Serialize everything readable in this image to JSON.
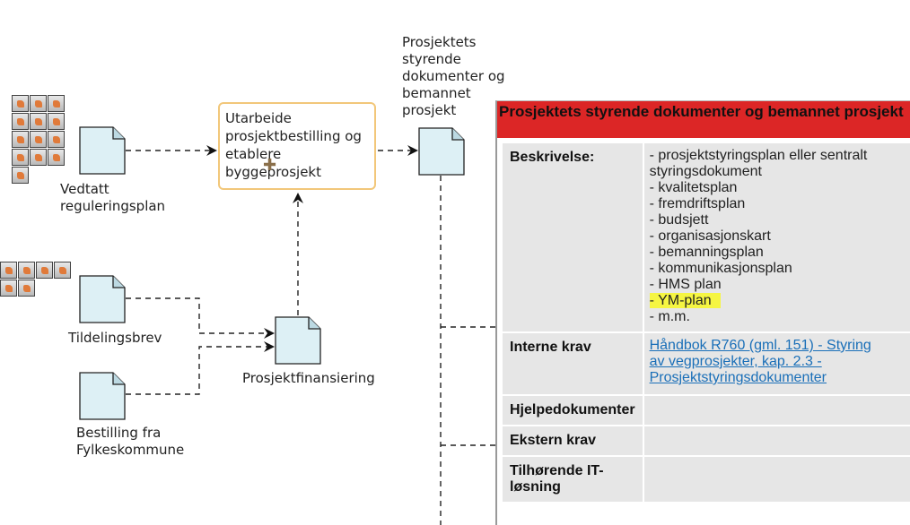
{
  "diagram": {
    "nodes": {
      "vedtatt": "Vedtatt\nreguleringsplan",
      "tildeling": "Tildelingsbrev",
      "bestilling": "Bestilling fra\nFylkeskommune",
      "finansiering": "Prosjektfinansiering",
      "process": "Utarbeide\nprosjektbestilling og\netablere\nbyggeprosjekt",
      "styrende": "Prosjektets\nstyrende\ndokumenter og\nbemannet\nprosjekt"
    }
  },
  "popup": {
    "title": "Prosjektets styrende dokumenter og bemannet prosjekt",
    "rows": {
      "beskrivelse": {
        "label": "Beskrivelse:",
        "items": [
          "- prosjektstyringsplan eller sentralt",
          "styringsdokument",
          "- kvalitetsplan",
          "- fremdriftsplan",
          "- budsjett",
          "- organisasjonskart",
          "- bemanningsplan",
          "- kommunikasjonsplan",
          "- HMS plan",
          "- YM-plan",
          "- m.m."
        ]
      },
      "interne": {
        "label": "Interne krav",
        "link_lines": [
          "Håndbok R760 (gml. 151) - Styring",
          "av vegprosjekter, kap. 2.3 -",
          "Prosjektstyringsdokumenter"
        ]
      },
      "hjelpe": {
        "label": "Hjelpedokumenter",
        "value": ""
      },
      "ekstern": {
        "label": "Ekstern krav",
        "value": ""
      },
      "it": {
        "label": "Tilhørende IT-\nløsning",
        "value": ""
      }
    }
  },
  "colors": {
    "popup_header": "#dc2626",
    "highlight": "#f5f542",
    "process_border": "#f2c77a",
    "link": "#1a6fb8",
    "document_fill": "#ddf0f5"
  }
}
